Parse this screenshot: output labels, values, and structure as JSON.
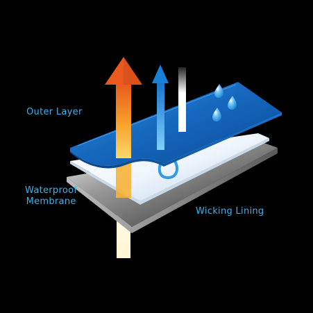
{
  "labels": {
    "outer_layer": "Outer Layer",
    "membrane_line1": "Waterproof",
    "membrane_line2": "Membrane",
    "wicking_lining": "Wicking Lining"
  },
  "colors": {
    "background": "#000000",
    "label_text": "#3fb2ea",
    "outer_layer": "#1565b8",
    "membrane": "#e8f2fb",
    "lining": "#8c8c8c",
    "heat_arrow": "#ef6a1f",
    "vapor_arrow": "#1e8fe0",
    "light_beam": "#fff3c8",
    "droplet": "#3aa7ee"
  },
  "icons": [
    "orange-heat-arrow",
    "blue-vapor-arrow",
    "white-light-beam",
    "water-droplet-icon"
  ]
}
